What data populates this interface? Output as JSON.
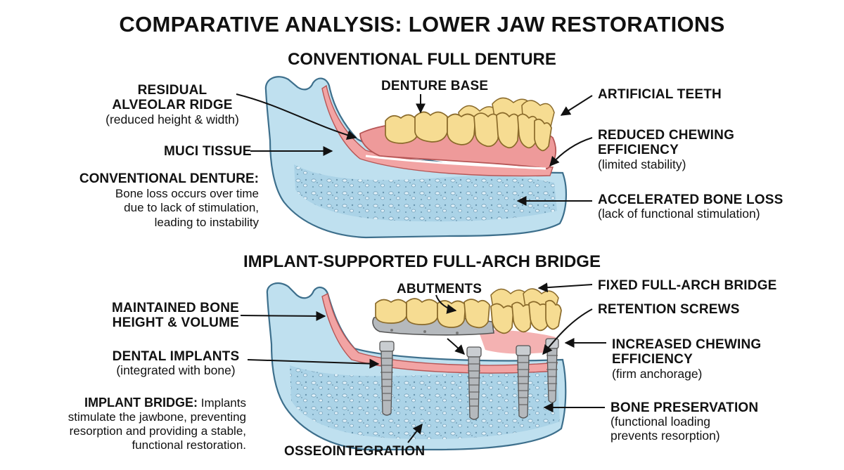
{
  "title": "COMPARATIVE ANALYSIS: LOWER JAW RESTORATIONS",
  "top_section": {
    "heading": "CONVENTIONAL FULL DENTURE",
    "labels": {
      "residual_ridge": {
        "title_line1": "RESIDUAL",
        "title_line2": "ALVEOLAR RIDGE",
        "sub": "(reduced height & width)"
      },
      "denture_base": {
        "title": "DENTURE BASE"
      },
      "artificial_teeth": {
        "title": "ARTIFICIAL TEETH"
      },
      "muci_tissue": {
        "title": "MUCI TISSUE"
      },
      "reduced_chewing": {
        "title_line1": "REDUCED CHEWING",
        "title_line2": "EFFICIENCY",
        "sub": "(limited stability)"
      },
      "accelerated_bone_loss": {
        "title": "ACCELERATED BONE LOSS",
        "sub": "(lack of functional stimulation)"
      }
    },
    "note": {
      "title": "CONVENTIONAL DENTURE:",
      "line1": "Bone loss occurs over time",
      "line2": "due to lack of stimulation,",
      "line3": "leading to instability"
    }
  },
  "bottom_section": {
    "heading": "IMPLANT-SUPPORTED FULL-ARCH BRIDGE",
    "labels": {
      "abutments": {
        "title": "ABUTMENTS"
      },
      "fixed_bridge": {
        "title": "FIXED FULL-ARCH BRIDGE"
      },
      "retention_screws": {
        "title": "RETENTION SCREWS"
      },
      "maintained_bone": {
        "title_line1": "MAINTAINED BONE",
        "title_line2": "HEIGHT & VOLUME"
      },
      "dental_implants": {
        "title": "DENTAL IMPLANTS",
        "sub": "(integrated with bone)"
      },
      "increased_chewing": {
        "title_line1": "INCREASED CHEWING",
        "title_line2": "EFFICIENCY",
        "sub": "(firm anchorage)"
      },
      "bone_preservation": {
        "title": "BONE PRESERVATION",
        "sub_line1": "(functional loading",
        "sub_line2": "prevents resorption)"
      },
      "osseointegration": {
        "title": "OSSEOINTEGRATION"
      }
    },
    "note": {
      "title": "IMPLANT BRIDGE:",
      "line1_rest": " Implants",
      "line2": "stimulate the jawbone, preventing",
      "line3": "resorption and providing a stable,",
      "line4": "functional restoration."
    }
  },
  "colors": {
    "bone": "#bfe0ef",
    "bone_outline": "#3d6f8c",
    "gum": "#f2a4a4",
    "tooth": "#f6dc92",
    "metal": "#b5b9bd"
  }
}
